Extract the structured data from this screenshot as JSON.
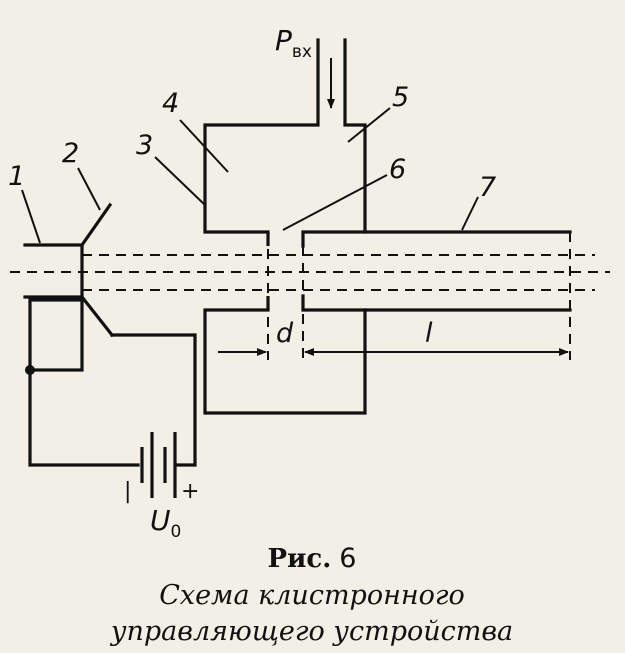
{
  "diagram": {
    "input_label": "P",
    "input_subscript": "вх",
    "part_labels": [
      "1",
      "2",
      "3",
      "4",
      "5",
      "6",
      "7"
    ],
    "dimension_d": "d",
    "dimension_l": "l",
    "battery_minus": "|",
    "battery_plus": "+",
    "voltage_label": "U",
    "voltage_subscript": "0"
  },
  "caption": {
    "figure_word": "Рис.",
    "figure_number": "6",
    "title_line1": "Схема клистронного",
    "title_line2": "управляющего устройства"
  }
}
